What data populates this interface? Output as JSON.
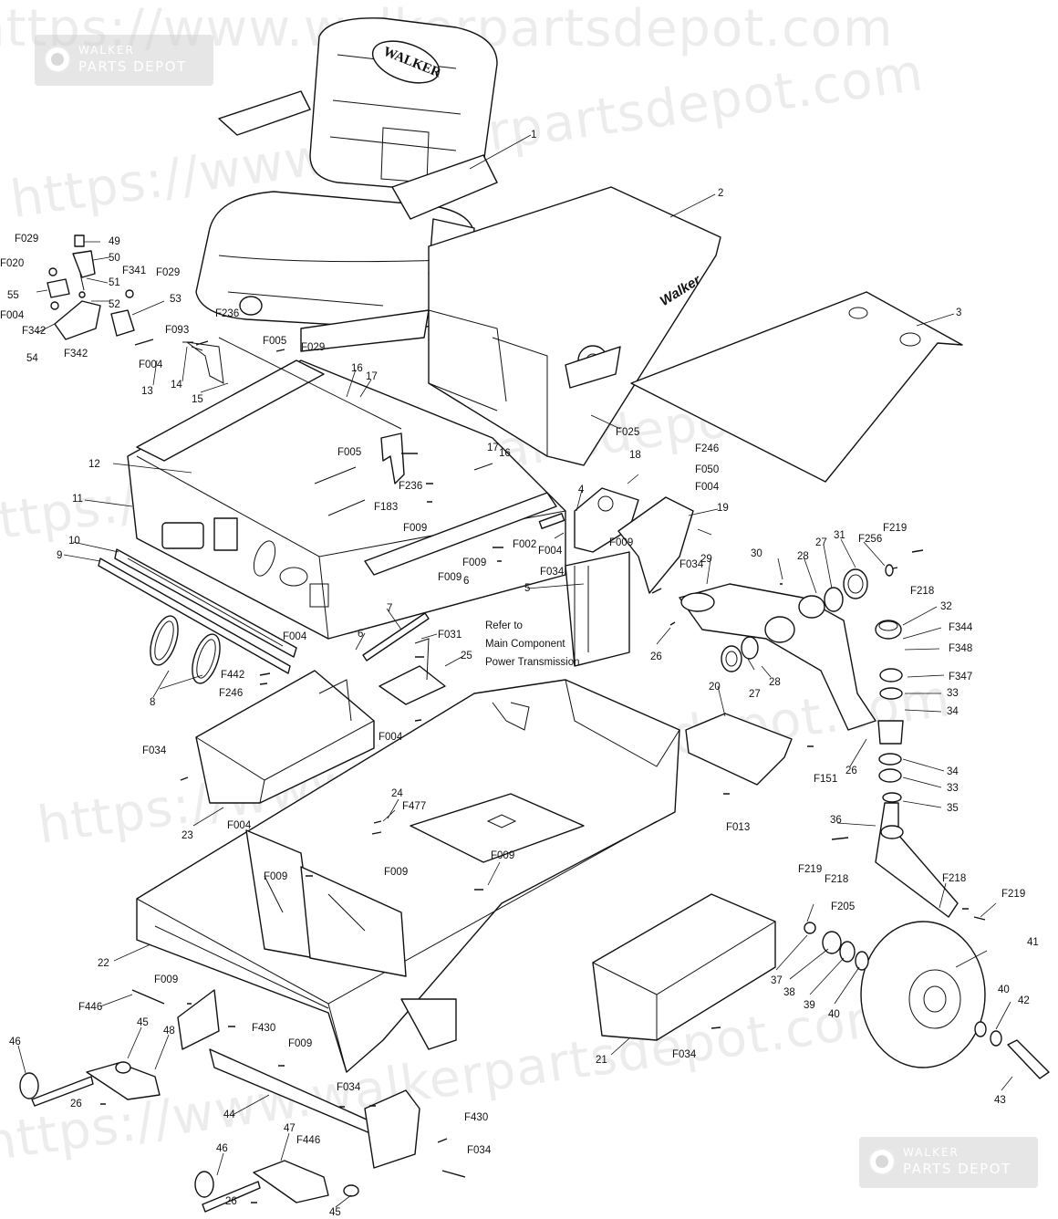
{
  "watermark": {
    "url_text": "https://www.walkerpartsdepot.com",
    "brand_line1": "WALKER",
    "brand_line2": "PARTS DEPOT"
  },
  "branding": {
    "seat_logo": "WALKER",
    "body_logo": "Walker"
  },
  "note": {
    "line1": "Refer to",
    "line2": "Main Component",
    "line3": "Power Transmission"
  },
  "callouts": [
    {
      "id": "c1",
      "label": "1"
    },
    {
      "id": "c2",
      "label": "2"
    },
    {
      "id": "c3",
      "label": "3"
    },
    {
      "id": "c4",
      "label": "4"
    },
    {
      "id": "c5",
      "label": "5"
    },
    {
      "id": "c6a",
      "label": "6"
    },
    {
      "id": "c6b",
      "label": "6"
    },
    {
      "id": "c7",
      "label": "7"
    },
    {
      "id": "c8",
      "label": "8"
    },
    {
      "id": "c9",
      "label": "9"
    },
    {
      "id": "c10",
      "label": "10"
    },
    {
      "id": "c11",
      "label": "11"
    },
    {
      "id": "c12",
      "label": "12"
    },
    {
      "id": "c13",
      "label": "13"
    },
    {
      "id": "c14",
      "label": "14"
    },
    {
      "id": "c15",
      "label": "15"
    },
    {
      "id": "c16a",
      "label": "16"
    },
    {
      "id": "c16b",
      "label": "16"
    },
    {
      "id": "c17a",
      "label": "17"
    },
    {
      "id": "c17b",
      "label": "17"
    },
    {
      "id": "c18",
      "label": "18"
    },
    {
      "id": "c19",
      "label": "19"
    },
    {
      "id": "c20",
      "label": "20"
    },
    {
      "id": "c21",
      "label": "21"
    },
    {
      "id": "c22",
      "label": "22"
    },
    {
      "id": "c23",
      "label": "23"
    },
    {
      "id": "c24",
      "label": "24"
    },
    {
      "id": "c25",
      "label": "25"
    },
    {
      "id": "c26a",
      "label": "26"
    },
    {
      "id": "c26b",
      "label": "26"
    },
    {
      "id": "c26c",
      "label": "26"
    },
    {
      "id": "c26d",
      "label": "26"
    },
    {
      "id": "c27a",
      "label": "27"
    },
    {
      "id": "c27b",
      "label": "27"
    },
    {
      "id": "c28a",
      "label": "28"
    },
    {
      "id": "c28b",
      "label": "28"
    },
    {
      "id": "c29",
      "label": "29"
    },
    {
      "id": "c30",
      "label": "30"
    },
    {
      "id": "c31",
      "label": "31"
    },
    {
      "id": "c32",
      "label": "32"
    },
    {
      "id": "c33a",
      "label": "33"
    },
    {
      "id": "c33b",
      "label": "33"
    },
    {
      "id": "c34a",
      "label": "34"
    },
    {
      "id": "c34b",
      "label": "34"
    },
    {
      "id": "c35",
      "label": "35"
    },
    {
      "id": "c36",
      "label": "36"
    },
    {
      "id": "c37",
      "label": "37"
    },
    {
      "id": "c38",
      "label": "38"
    },
    {
      "id": "c39",
      "label": "39"
    },
    {
      "id": "c40a",
      "label": "40"
    },
    {
      "id": "c40b",
      "label": "40"
    },
    {
      "id": "c41",
      "label": "41"
    },
    {
      "id": "c42",
      "label": "42"
    },
    {
      "id": "c43",
      "label": "43"
    },
    {
      "id": "c44",
      "label": "44"
    },
    {
      "id": "c45a",
      "label": "45"
    },
    {
      "id": "c45b",
      "label": "45"
    },
    {
      "id": "c46a",
      "label": "46"
    },
    {
      "id": "c46b",
      "label": "46"
    },
    {
      "id": "c47",
      "label": "47"
    },
    {
      "id": "c48",
      "label": "48"
    },
    {
      "id": "c49",
      "label": "49"
    },
    {
      "id": "c50",
      "label": "50"
    },
    {
      "id": "c51",
      "label": "51"
    },
    {
      "id": "c52",
      "label": "52"
    },
    {
      "id": "c53",
      "label": "53"
    },
    {
      "id": "c54",
      "label": "54"
    },
    {
      "id": "c55",
      "label": "55"
    },
    {
      "id": "cF029a",
      "label": "F029"
    },
    {
      "id": "cF020",
      "label": "F020"
    },
    {
      "id": "cF004a",
      "label": "F004"
    },
    {
      "id": "cF342a",
      "label": "F342"
    },
    {
      "id": "cF342b",
      "label": "F342"
    },
    {
      "id": "cF341",
      "label": "F341"
    },
    {
      "id": "cF029b",
      "label": "F029"
    },
    {
      "id": "cF093",
      "label": "F093"
    },
    {
      "id": "cF004b",
      "label": "F004"
    },
    {
      "id": "cF236a",
      "label": "F236"
    },
    {
      "id": "cF005a",
      "label": "F005"
    },
    {
      "id": "cF029c",
      "label": "F029"
    },
    {
      "id": "cF005b",
      "label": "F005"
    },
    {
      "id": "cF236b",
      "label": "F236"
    },
    {
      "id": "cF183",
      "label": "F183"
    },
    {
      "id": "cF009a",
      "label": "F009"
    },
    {
      "id": "cF025",
      "label": "F025"
    },
    {
      "id": "cF246a",
      "label": "F246"
    },
    {
      "id": "cF050",
      "label": "F050"
    },
    {
      "id": "cF004c",
      "label": "F004"
    },
    {
      "id": "cF002",
      "label": "F002"
    },
    {
      "id": "cF004d",
      "label": "F004"
    },
    {
      "id": "cF034a",
      "label": "F034"
    },
    {
      "id": "cF009b",
      "label": "F009"
    },
    {
      "id": "cF009c",
      "label": "F009"
    },
    {
      "id": "cF009d",
      "label": "F009"
    },
    {
      "id": "cF034b",
      "label": "F034"
    },
    {
      "id": "cF219a",
      "label": "F219"
    },
    {
      "id": "cF256",
      "label": "F256"
    },
    {
      "id": "cF218a",
      "label": "F218"
    },
    {
      "id": "cF344",
      "label": "F344"
    },
    {
      "id": "cF348",
      "label": "F348"
    },
    {
      "id": "cF347",
      "label": "F347"
    },
    {
      "id": "cF004e",
      "label": "F004"
    },
    {
      "id": "cF031",
      "label": "F031"
    },
    {
      "id": "cF442",
      "label": "F442"
    },
    {
      "id": "cF246b",
      "label": "F246"
    },
    {
      "id": "cF034c",
      "label": "F034"
    },
    {
      "id": "cF004f",
      "label": "F004"
    },
    {
      "id": "cF004g",
      "label": "F004"
    },
    {
      "id": "cF477",
      "label": "F477"
    },
    {
      "id": "cF009e",
      "label": "F009"
    },
    {
      "id": "cF009f",
      "label": "F009"
    },
    {
      "id": "cF009g",
      "label": "F009"
    },
    {
      "id": "cF151",
      "label": "F151"
    },
    {
      "id": "cF013",
      "label": "F013"
    },
    {
      "id": "cF219b",
      "label": "F219"
    },
    {
      "id": "cF218b",
      "label": "F218"
    },
    {
      "id": "cF218c",
      "label": "F218"
    },
    {
      "id": "cF219c",
      "label": "F219"
    },
    {
      "id": "cF205",
      "label": "F205"
    },
    {
      "id": "cF034d",
      "label": "F034"
    },
    {
      "id": "cF446a",
      "label": "F446"
    },
    {
      "id": "cF009h",
      "label": "F009"
    },
    {
      "id": "cF430a",
      "label": "F430"
    },
    {
      "id": "cF009i",
      "label": "F009"
    },
    {
      "id": "cF034e",
      "label": "F034"
    },
    {
      "id": "cF430b",
      "label": "F430"
    },
    {
      "id": "cF446b",
      "label": "F446"
    },
    {
      "id": "cF034f",
      "label": "F034"
    }
  ]
}
